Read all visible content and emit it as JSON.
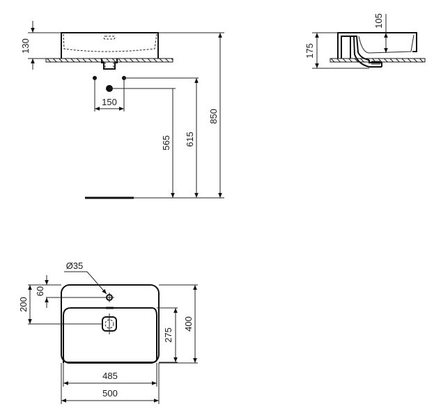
{
  "drawing": {
    "front_view": {
      "basin_height": "130",
      "tap_spacing": "150",
      "waste_height": "565",
      "supply_height": "615",
      "rim_height": "850"
    },
    "side_view": {
      "overall_height": "175",
      "bowl_depth": "105"
    },
    "plan_view": {
      "tap_hole_diameter": "Ø35",
      "tap_hole_offset": "60",
      "waste_offset": "200",
      "bowl_depth": "275",
      "overall_depth": "400",
      "bowl_width": "485",
      "overall_width": "500"
    }
  },
  "colors": {
    "line": "#111111",
    "background": "#ffffff"
  }
}
